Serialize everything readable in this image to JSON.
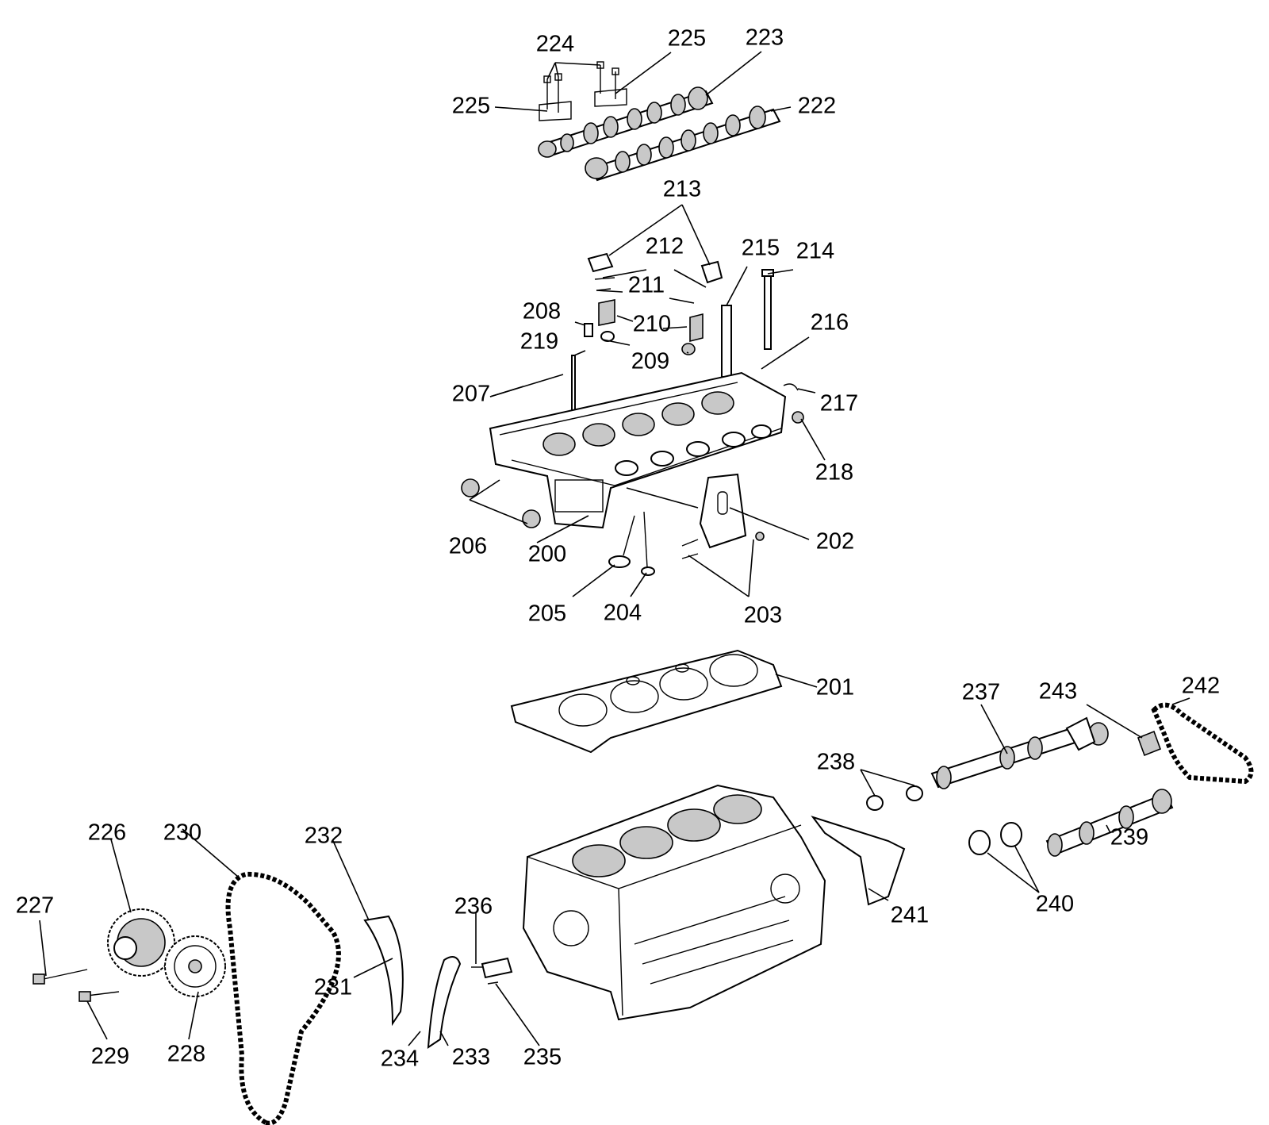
{
  "diagram": {
    "colors": {
      "ink": "#000000",
      "paper": "#ffffff",
      "shade": "#c8c8c8"
    },
    "callouts": {
      "c200": "200",
      "c201": "201",
      "c202": "202",
      "c203": "203",
      "c204": "204",
      "c205": "205",
      "c206": "206",
      "c207": "207",
      "c208": "208",
      "c209": "209",
      "c210": "210",
      "c211": "211",
      "c212": "212",
      "c213": "213",
      "c214": "214",
      "c215": "215",
      "c216": "216",
      "c217": "217",
      "c218": "218",
      "c219": "219",
      "c222": "222",
      "c223": "223",
      "c224": "224",
      "c225a": "225",
      "c225b": "225",
      "c226": "226",
      "c227": "227",
      "c228": "228",
      "c229": "229",
      "c230": "230",
      "c231": "231",
      "c232": "232",
      "c233": "233",
      "c234": "234",
      "c235": "235",
      "c236": "236",
      "c237": "237",
      "c238": "238",
      "c239": "239",
      "c240": "240",
      "c241": "241",
      "c242": "242",
      "c243": "243"
    }
  }
}
